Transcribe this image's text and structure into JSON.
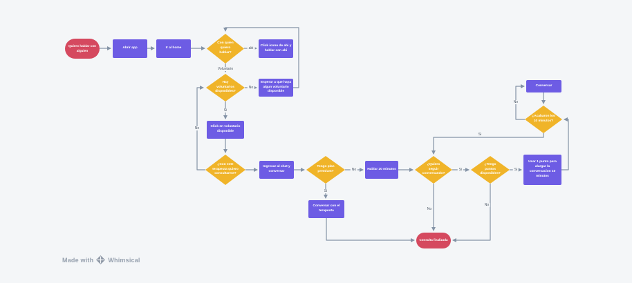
{
  "canvas": {
    "colors": {
      "shape_purple": "#6D5CE4",
      "shape_yellow": "#F0B429",
      "shape_red": "#D5495F",
      "connector": "#8493A6",
      "background": "#F4F6F8",
      "shape_text": "#FFFFFF",
      "footer_text": "#97A1AF"
    }
  },
  "flowchart": {
    "nodes": {
      "start": {
        "type": "terminator",
        "label": "Quiero hablar con alguien"
      },
      "abrir_app": {
        "type": "process",
        "label": "Abrir app"
      },
      "ir_al_home": {
        "type": "process",
        "label": "Ir al home"
      },
      "con_quien": {
        "type": "decision",
        "label": "Con quien quiero hablar?"
      },
      "click_abi": {
        "type": "process",
        "label": "Click icono de abi y hablar con abi"
      },
      "hay_voluntarios": {
        "type": "decision",
        "label": "Hay voluntarios disponibles?"
      },
      "esperar": {
        "type": "process",
        "label": "Esperar a que haya algun voluntario disponible"
      },
      "click_voluntario": {
        "type": "process",
        "label": "Click en voluntario disponible"
      },
      "terapeuta": {
        "type": "decision",
        "label": "¿Con este terapeuta quiero consultarme?"
      },
      "ingresar_chat": {
        "type": "process",
        "label": "Ingresar al chat y conversar"
      },
      "plan_premium": {
        "type": "decision",
        "label": "Tengo plan premium?"
      },
      "hablar_20": {
        "type": "process",
        "label": "Hablar 20 minutos"
      },
      "quiero_seguir": {
        "type": "decision",
        "label": "¿Quiero seguir conversando?"
      },
      "tengo_puntos": {
        "type": "decision",
        "label": "¿Tengo puntos disponibles?"
      },
      "usar_punto": {
        "type": "process",
        "label": "Usar 1 punto para alargar la conversacion 10 minutos"
      },
      "conversar": {
        "type": "process",
        "label": "Conversar"
      },
      "acabaron": {
        "type": "decision",
        "label": "¿Acabaron los 10 minutos?"
      },
      "conversar_terapeuta": {
        "type": "process",
        "label": "Conversar con el terapeuta"
      },
      "consulta_finalizada": {
        "type": "terminator",
        "label": "Consulta finalizada"
      }
    },
    "edge_labels": {
      "abi": "abi",
      "voluntario": "Voluntario",
      "hay_no": "No",
      "hay_si": "Si",
      "terapeuta_no": "No",
      "premium_no": "No",
      "premium_si": "Si",
      "seguir_si": "Si",
      "seguir_no": "No",
      "puntos_si": "Si",
      "puntos_no": "No",
      "acabaron_no": "No",
      "acabaron_si": "Si"
    }
  },
  "footer": {
    "made_with": "Made with",
    "brand": "Whimsical"
  }
}
